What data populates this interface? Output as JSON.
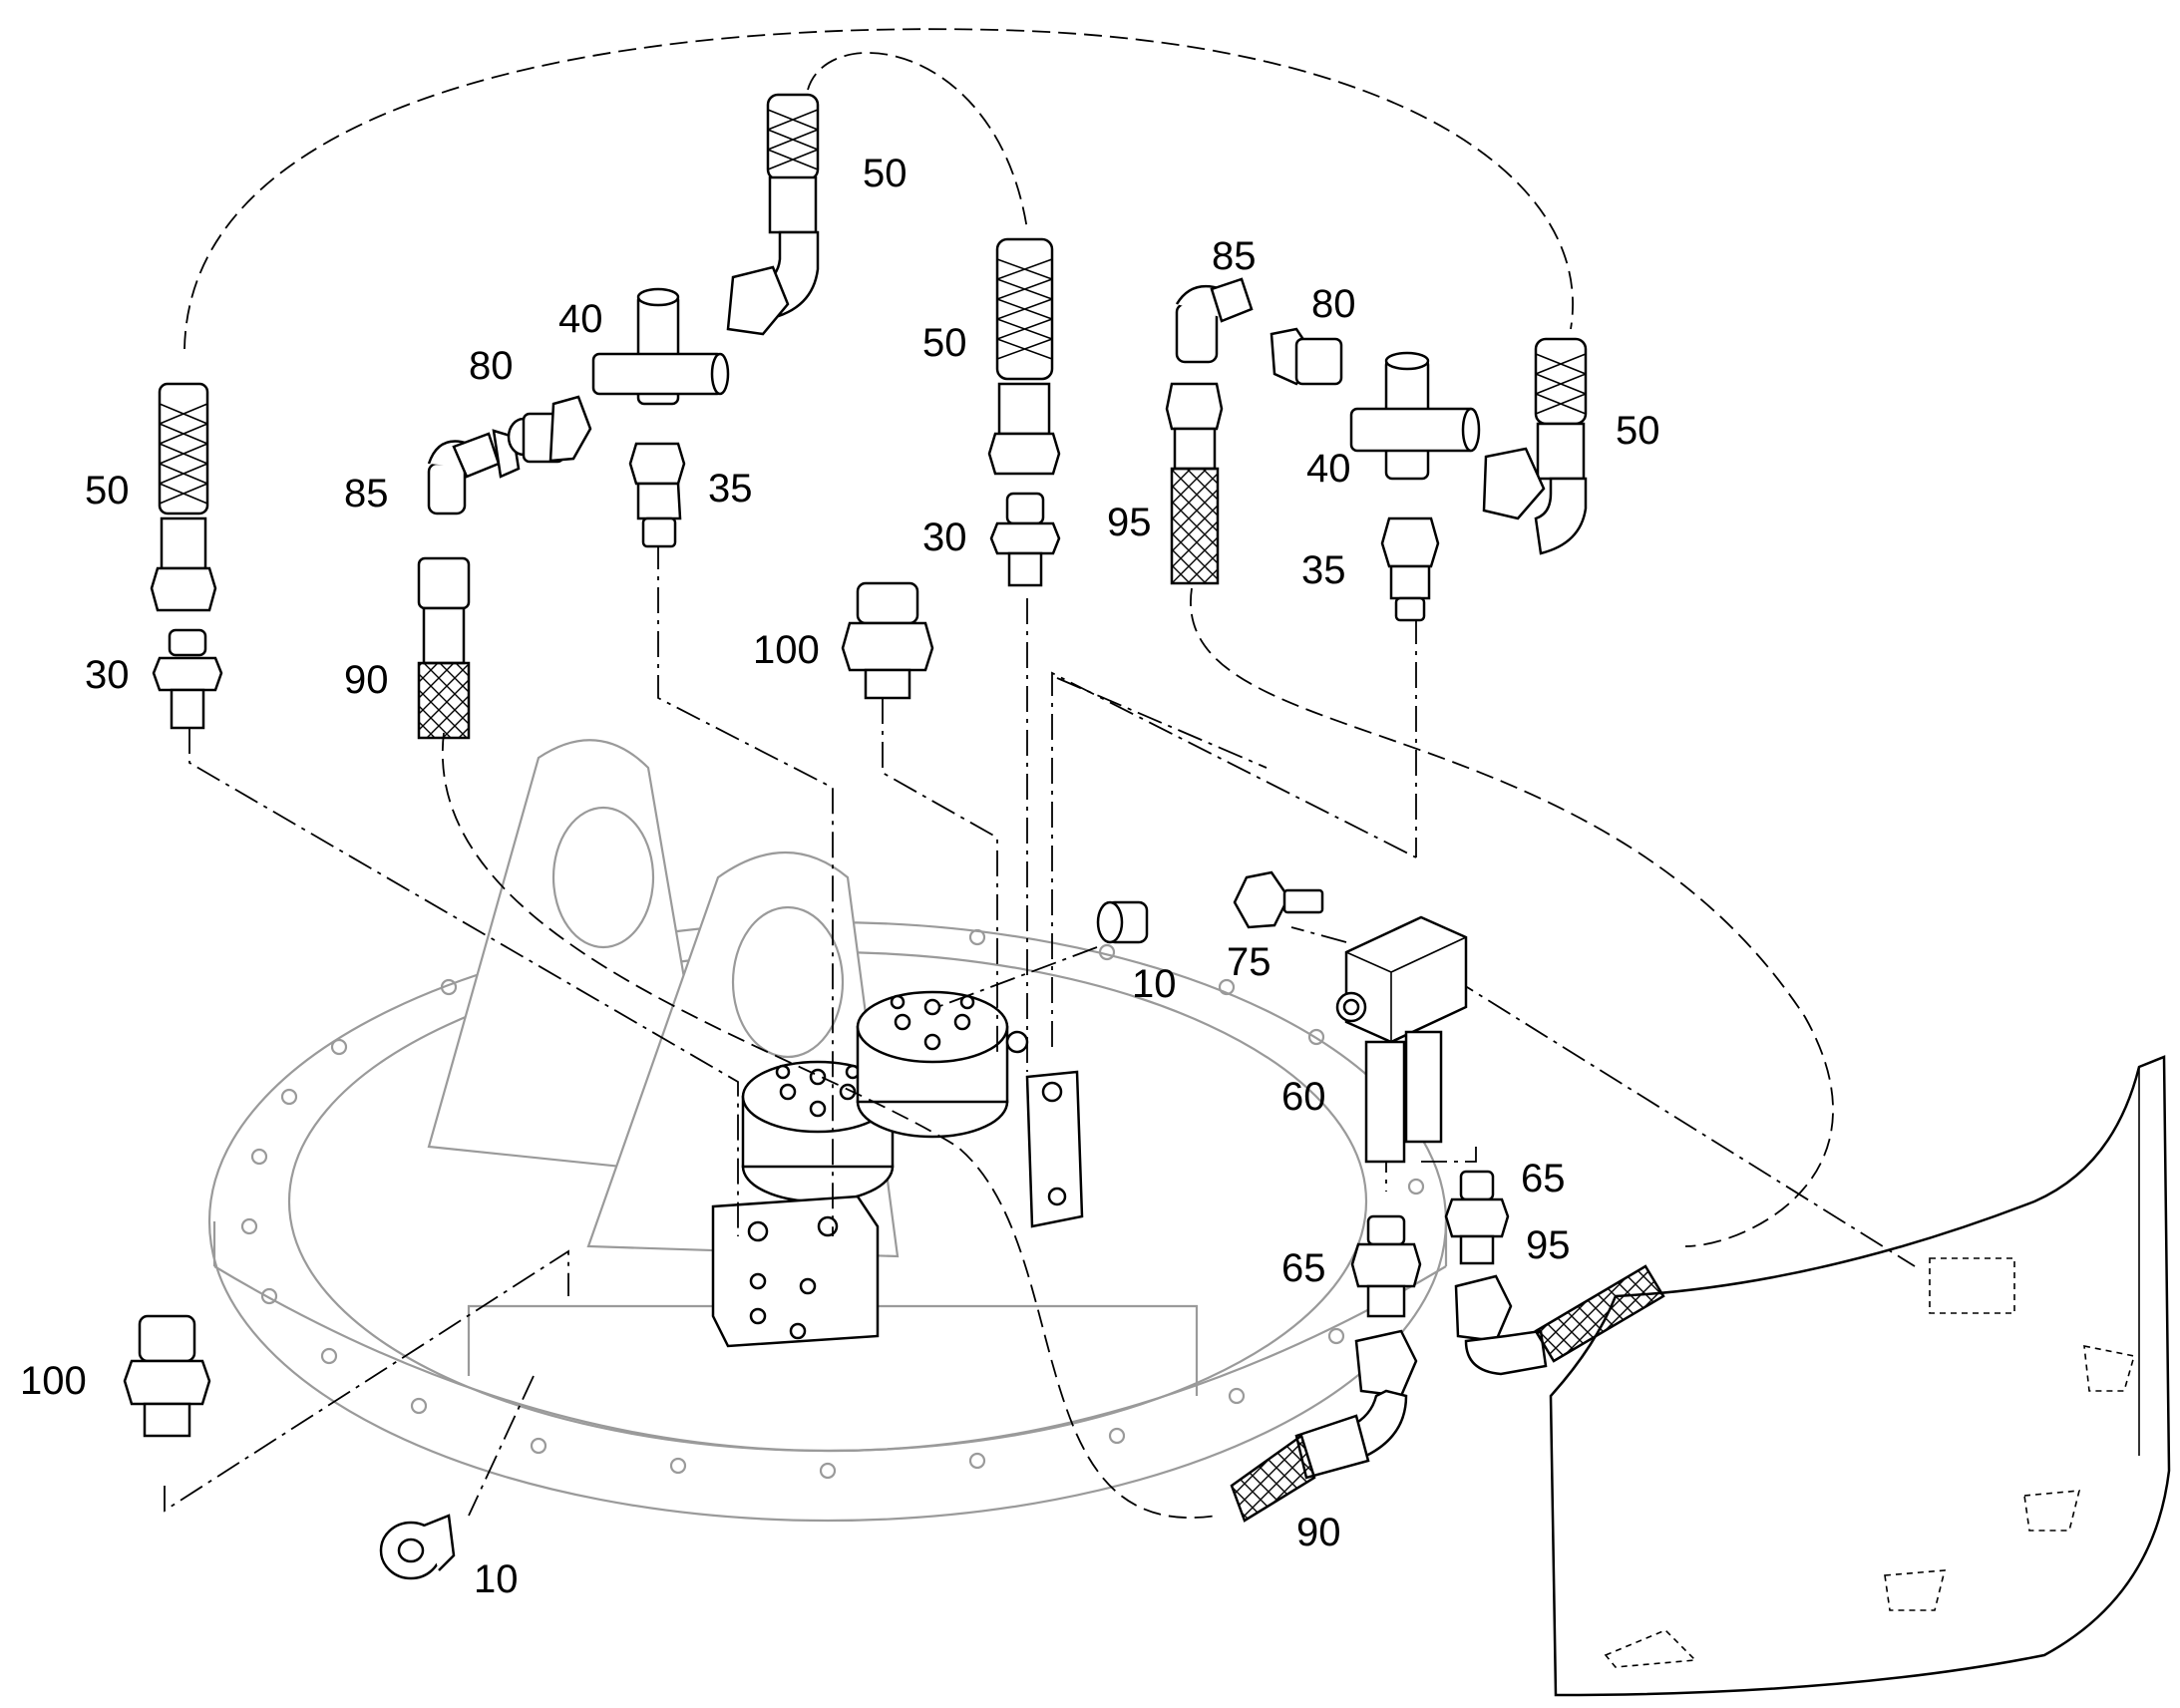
{
  "diagram": {
    "type": "exploded-parts-drawing",
    "callouts": {
      "c50_a": "50",
      "c30_a": "30",
      "c85_a": "85",
      "c90_a": "90",
      "c80_a": "80",
      "c40_a": "40",
      "c35_a": "35",
      "c50_b": "50",
      "c50_c": "50",
      "c30_b": "30",
      "c100_a": "100",
      "c85_b": "85",
      "c80_b": "80",
      "c95_a": "95",
      "c40_b": "40",
      "c35_b": "35",
      "c50_d": "50",
      "c10_a": "10",
      "c75": "75",
      "c60": "60",
      "c65_a": "65",
      "c65_b": "65",
      "c95_b": "95",
      "c100_b": "100",
      "c10_b": "10",
      "c90_b": "90"
    }
  }
}
